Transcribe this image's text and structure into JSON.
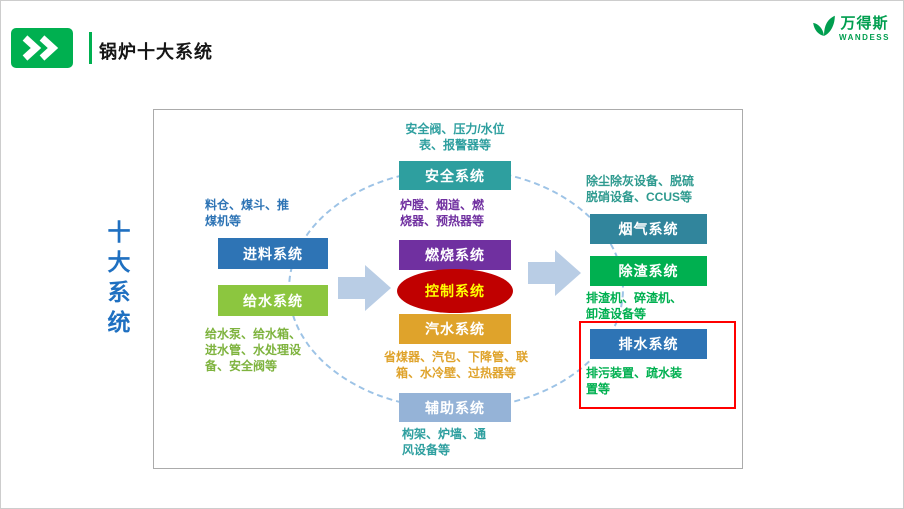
{
  "header": {
    "title": "锅炉十大系统",
    "badge_color": "#00B050",
    "logo": {
      "name": "万得斯",
      "sub": "WANDESS",
      "color": "#009E4F"
    }
  },
  "diagram": {
    "vertical_label": "十大系统",
    "vertical_label_color": "#1F70C1",
    "decor": {
      "ellipse_color": "#9DC3E6",
      "arrow_color": "#B9CDE5",
      "highlight_color": "#FF0000"
    },
    "boxes": {
      "feed": {
        "label": "进料系统",
        "color": "#2E74B5",
        "text_color": "#FFFFFF"
      },
      "water": {
        "label": "给水系统",
        "color": "#8CC63F",
        "text_color": "#FFFFFF"
      },
      "safety": {
        "label": "安全系统",
        "color": "#2E9F9F",
        "text_color": "#FFFFFF"
      },
      "combustion": {
        "label": "燃烧系统",
        "color": "#7030A0",
        "text_color": "#FFFFFF"
      },
      "control": {
        "label": "控制系统",
        "color": "#C00000",
        "text_color": "#FFFF00"
      },
      "steam": {
        "label": "汽水系统",
        "color": "#DFA32B",
        "text_color": "#FFFFFF"
      },
      "auxiliary": {
        "label": "辅助系统",
        "color": "#95B3D7",
        "text_color": "#FFFFFF"
      },
      "flue": {
        "label": "烟气系统",
        "color": "#31859C",
        "text_color": "#FFFFFF"
      },
      "slag": {
        "label": "除渣系统",
        "color": "#00B050",
        "text_color": "#FFFFFF"
      },
      "drain": {
        "label": "排水系统",
        "color": "#2E74B5",
        "text_color": "#FFFFFF"
      }
    },
    "notes": {
      "safety_top": {
        "text": "安全阀、压力/水位表、报警器等",
        "color": "#2E9F9F"
      },
      "feed_top": {
        "text": "料仓、煤斗、推煤机等",
        "color": "#2E74B5"
      },
      "combustion_top": {
        "text": "炉膛、烟道、燃烧器、预热器等",
        "color": "#7030A0"
      },
      "flue_top": {
        "text": "除尘除灰设备、脱硫脱硝设备、CCUS等",
        "color": "#2E9A8F"
      },
      "water_bottom": {
        "text": "给水泵、给水箱、进水管、水处理设备、安全阀等",
        "color": "#7EB33E"
      },
      "steam_bottom": {
        "text": "省煤器、汽包、下降管、联箱、水冷壁、过热器等",
        "color": "#DFA32B"
      },
      "slag_bottom": {
        "text": "排渣机、碎渣机、卸渣设备等",
        "color": "#00B050"
      },
      "drain_bottom": {
        "text": "排污装置、疏水装置等",
        "color": "#00B050"
      },
      "auxiliary_bottom": {
        "text": "构架、炉墙、通风设备等",
        "color": "#2E9F9F"
      }
    }
  }
}
